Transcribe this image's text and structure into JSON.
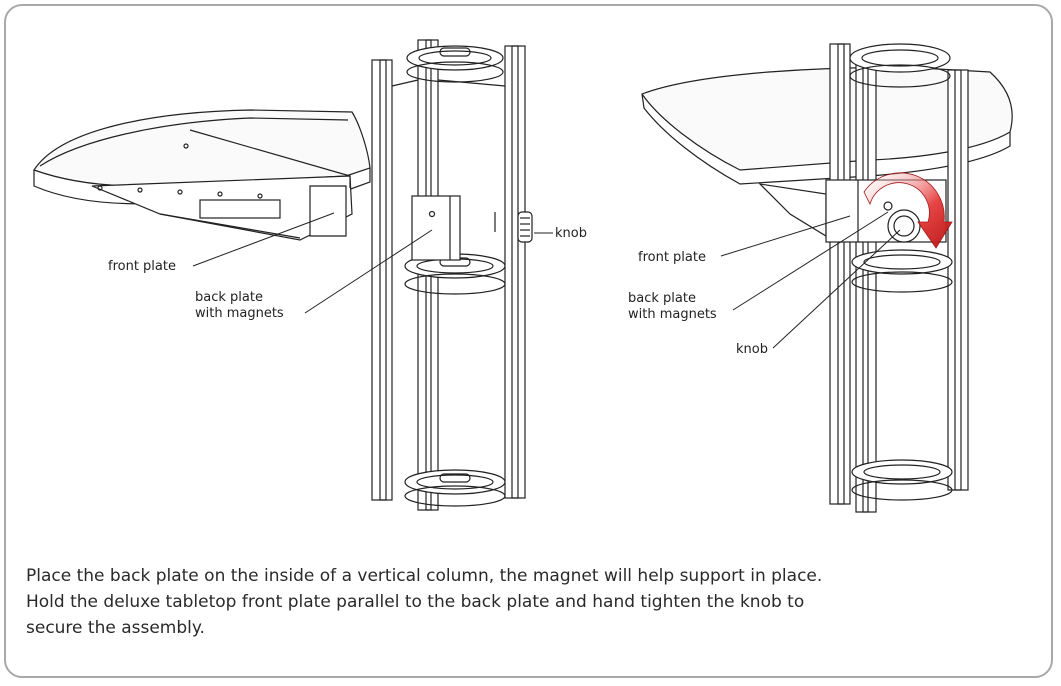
{
  "left_figure": {
    "labels": {
      "knob": "knob",
      "front_plate": "front plate",
      "back_plate_line1": "back plate",
      "back_plate_line2": "with magnets"
    }
  },
  "right_figure": {
    "labels": {
      "front_plate": "front plate",
      "back_plate_line1": "back plate",
      "back_plate_line2": "with magnets",
      "knob": "knob"
    }
  },
  "caption": {
    "line1": "Place the back plate on the inside of a vertical column, the magnet will help support in place.",
    "line2": "Hold the deluxe tabletop front plate parallel to the back plate and hand tighten the knob to",
    "line3": "secure the assembly."
  },
  "colors": {
    "border": "#a8a8a8",
    "line": "#222222",
    "arrow": "#d62828"
  }
}
